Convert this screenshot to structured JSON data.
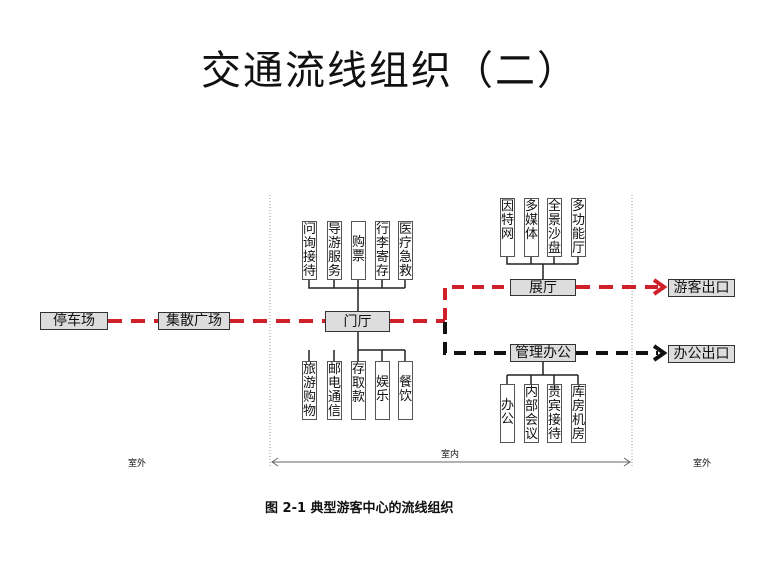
{
  "title": "交通流线组织（二）",
  "nodes": {
    "parking": "停车场",
    "plaza": "集散广场",
    "lobby": "门厅",
    "exhibition": "展厅",
    "office": "管理办公",
    "visitor_exit": "游客出口",
    "office_exit": "办公出口"
  },
  "lobby_top": [
    "问询接待",
    "导游服务",
    "购票",
    "行李寄存",
    "医疗急救"
  ],
  "lobby_bottom": [
    "旅游购物",
    "邮电通信",
    "存取款",
    "娱乐",
    "餐饮"
  ],
  "exhibition_top": [
    "因特网",
    "多媒体",
    "全景沙盘",
    "多功能厅"
  ],
  "office_bottom": [
    "办公",
    "内部会议",
    "贵宾接待",
    "库房机房"
  ],
  "zones": {
    "outdoor_left": "室外",
    "indoor": "室内",
    "outdoor_right": "室外"
  },
  "caption": "图 2-1  典型游客中心的流线组织",
  "colors": {
    "visitor_flow": "#d0202a",
    "office_flow": "#111111",
    "box_fill": "#dddddd"
  }
}
